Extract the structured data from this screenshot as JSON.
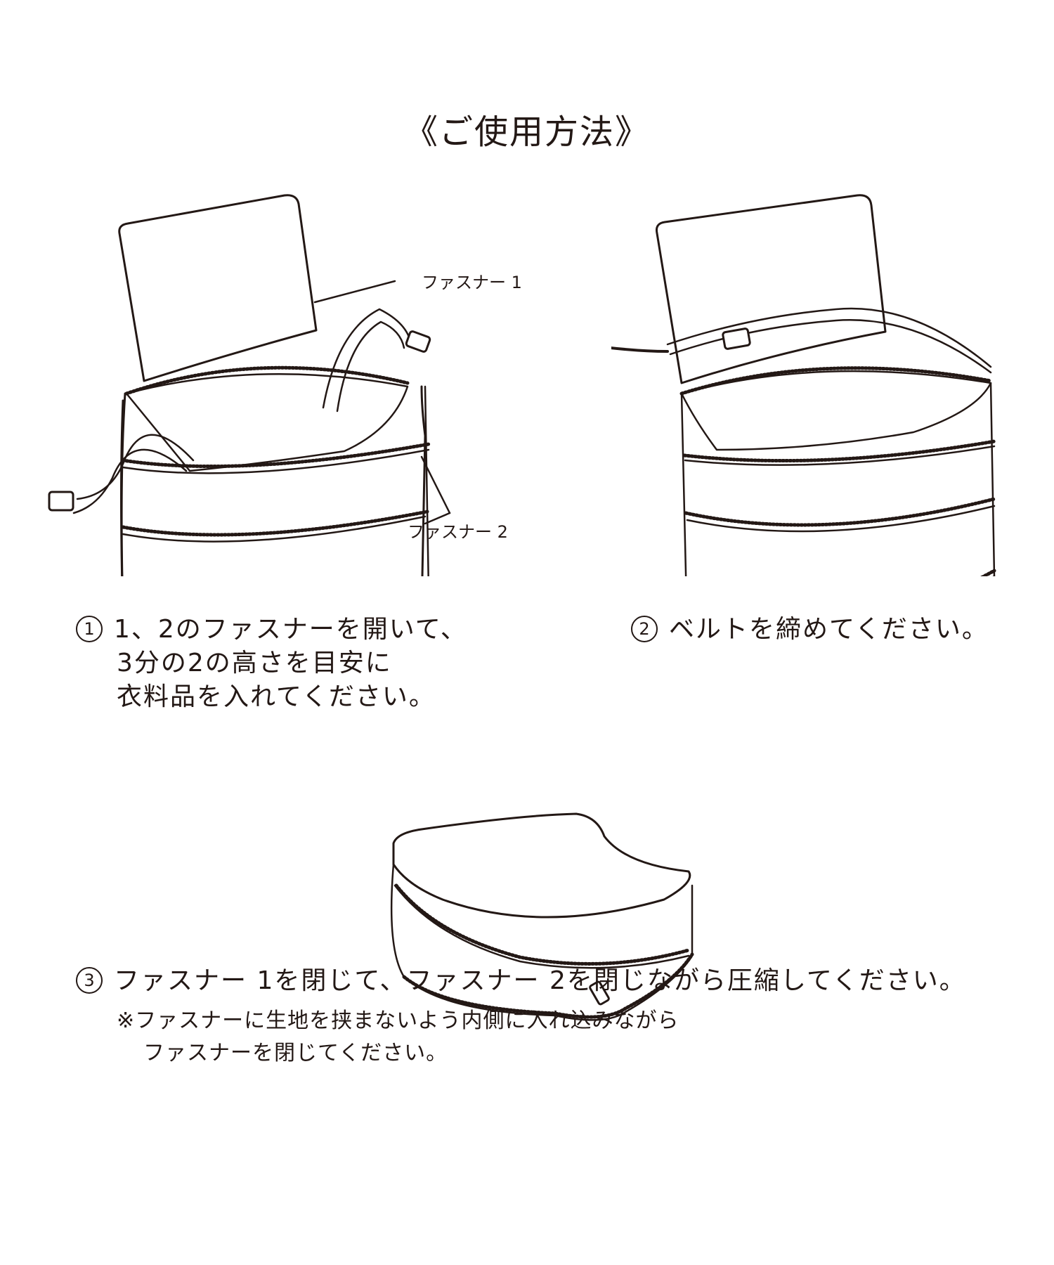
{
  "title": "《ご使用方法》",
  "labels": {
    "zipper1": "ファスナー 1",
    "zipper2": "ファスナー 2"
  },
  "steps": [
    {
      "number": "1",
      "lines": [
        "1、2のファスナーを開いて、",
        "3分の2の高さを目安に",
        "衣料品を入れてください。"
      ]
    },
    {
      "number": "2",
      "lines": [
        "ベルトを締めてください。"
      ]
    },
    {
      "number": "3",
      "lines": [
        "ファスナー 1を閉じて、ファスナー 2を閉じながら圧縮してください。"
      ],
      "note": [
        "※ファスナーに生地を挟まないよう内側に入れ込みながら",
        "ファスナーを閉じてください。"
      ]
    }
  ]
}
